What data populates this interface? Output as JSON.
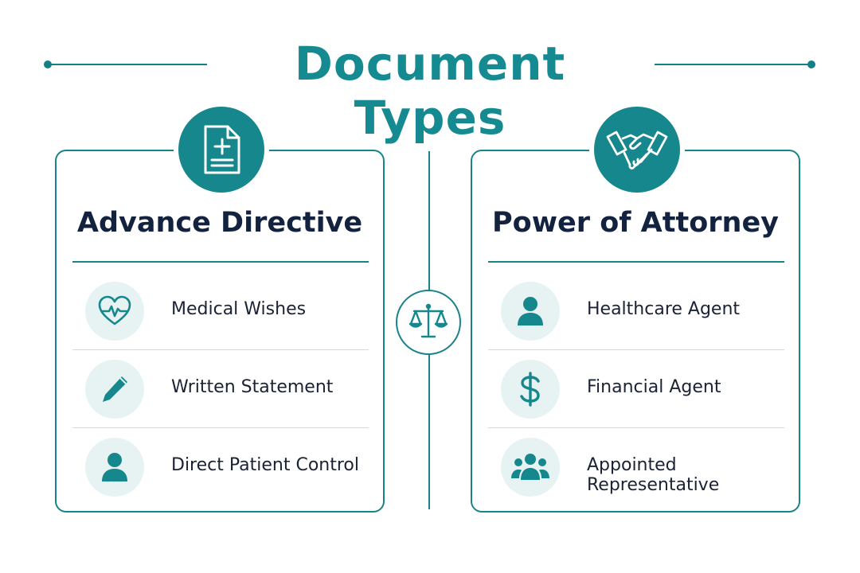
{
  "title": "Document Types",
  "colors": {
    "accent": "#16878c",
    "heading": "#13223f",
    "icon_bg": "#e7f3f3"
  },
  "center_icon": "scales-of-justice-icon",
  "cards": [
    {
      "title": "Advance Directive",
      "icon": "medical-document-icon",
      "items": [
        {
          "label": "Medical Wishes",
          "icon": "heartbeat-icon"
        },
        {
          "label": "Written Statement",
          "icon": "pen-icon"
        },
        {
          "label": "Direct Patient Control",
          "icon": "person-icon"
        }
      ]
    },
    {
      "title": "Power of Attorney",
      "icon": "handshake-icon",
      "items": [
        {
          "label": "Healthcare Agent",
          "icon": "person-icon"
        },
        {
          "label": "Financial Agent",
          "icon": "dollar-icon"
        },
        {
          "label": "Appointed Representative",
          "icon": "group-icon"
        }
      ]
    }
  ]
}
